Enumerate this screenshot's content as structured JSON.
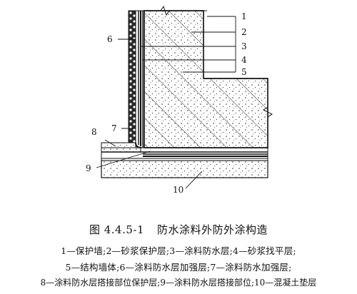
{
  "figure": {
    "number": "图 4.4.5-1",
    "title": "防水涂料外防外涂构造"
  },
  "callouts": {
    "c1": "1",
    "c2": "2",
    "c3": "3",
    "c4": "4",
    "c5": "5",
    "c6": "6",
    "c7": "7",
    "c8": "8",
    "c9": "9",
    "c10": "10"
  },
  "legend": {
    "line1": "1—保护墙;2—砂浆保护层;3—涂料防水层;4—砂浆找平层;",
    "line2": "5—结构墙体;6—涂料防水层加强层;7—涂料防水加强层;",
    "line3": "8—涂料防水层搭接部位保护层;9—涂料防水层搭接部位;10—混凝土垫层"
  },
  "colors": {
    "ink": "#111111",
    "paper": "#ffffff",
    "speckle": "#333333"
  }
}
